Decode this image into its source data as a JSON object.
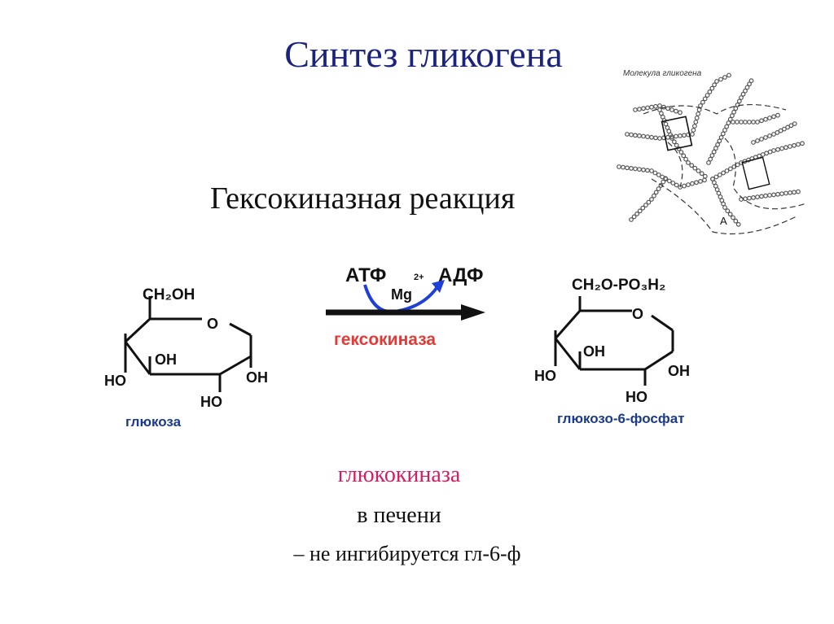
{
  "slide": {
    "title": "Синтез гликогена",
    "subtitle": "Гексокиназная реакция",
    "enzyme_alt": "глюкокиназа",
    "location": "в печени",
    "note": "– не ингибируется гл-6-ф"
  },
  "inset": {
    "caption": "Молекула гликогена",
    "marker": "A"
  },
  "reaction": {
    "reactant_name": "глюкоза",
    "product_name": "глюкозо-6-фосфат",
    "enzyme": "гексокиназа",
    "cofactor_in": "АТФ",
    "cofactor_out": "АДФ",
    "ion": "Mg",
    "ion_charge": "2+",
    "glucose": {
      "top_group": "CH₂OH",
      "ring_o": "O",
      "oh3": "OH",
      "ho4": "HO",
      "oh1": "OH",
      "ho2": "HO"
    },
    "g6p": {
      "top_group": "CH₂O-PO₃H₂",
      "ring_o": "O",
      "oh3": "OH",
      "ho4": "HO",
      "oh1": "OH",
      "ho2": "HO"
    }
  },
  "colors": {
    "title": "#1a237e",
    "enzyme_red": "#e53935",
    "name_blue": "#1a3a8f",
    "arrow_blue": "#1e40d8",
    "glucokinase": "#d81b60"
  }
}
